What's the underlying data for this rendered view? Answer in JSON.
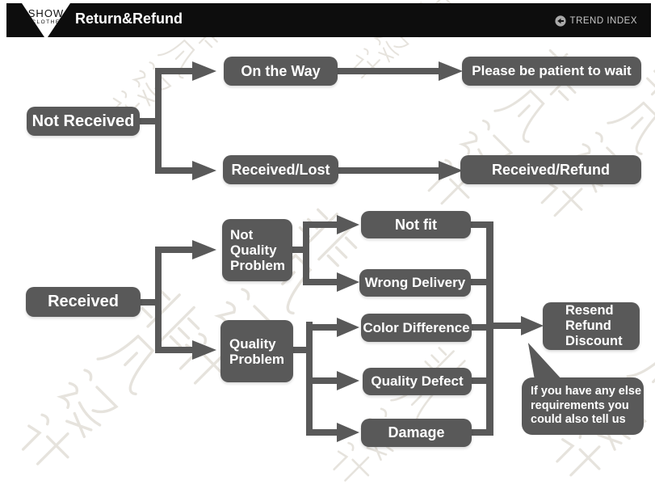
{
  "header": {
    "logo_top": "SHOW",
    "logo_bottom": "CLOTHE",
    "title": "Return&Refund",
    "trend_label": "TREND INDEX",
    "trend_icon": "circle-left-arrow-icon"
  },
  "colors": {
    "node": "#595959",
    "header_bg": "#0d0d0d",
    "trend_text": "#c7c7c7",
    "watermark": "#e6e3dd"
  },
  "flow": {
    "not_received": "Not Received",
    "on_the_way": "On the Way",
    "please_wait": "Please be patient to wait",
    "received_lost": "Received/Lost",
    "received_refund": "Received/Refund",
    "received": "Received",
    "not_quality_lines": [
      "Not",
      "Quality",
      "Problem"
    ],
    "quality_lines": [
      "Quality",
      "Problem"
    ],
    "not_fit": "Not fit",
    "wrong_delivery": "Wrong Delivery",
    "color_difference": "Color Difference",
    "quality_defect": "Quality Defect",
    "damage": "Damage",
    "resend_lines": [
      "Resend",
      "Refund",
      "Discount"
    ],
    "note_lines": [
      "If you have any else",
      "requirements you",
      "could also tell us"
    ]
  }
}
